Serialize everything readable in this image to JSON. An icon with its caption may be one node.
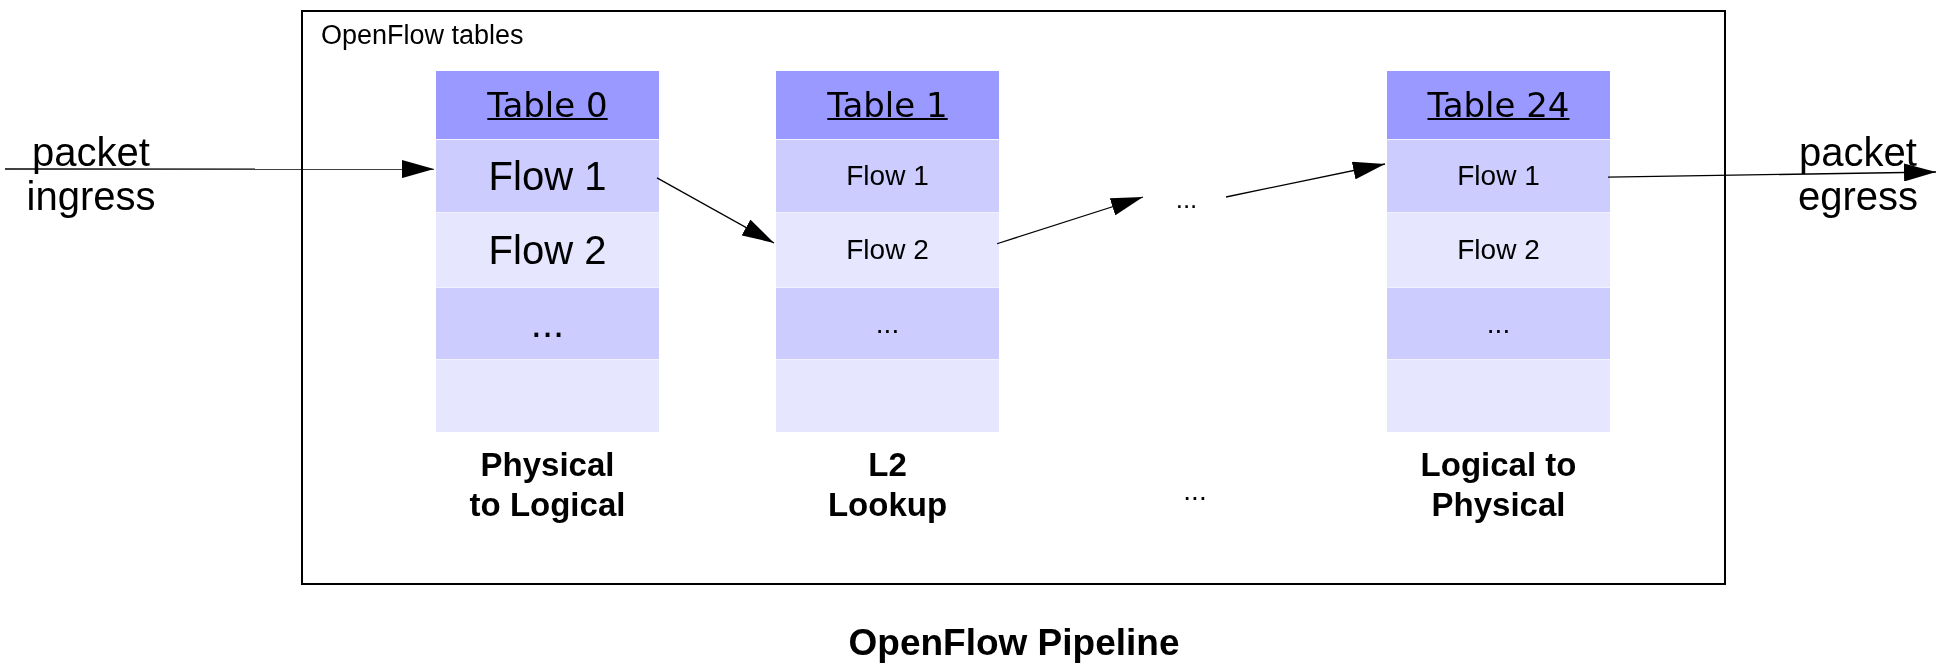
{
  "diagram": {
    "title": "OpenFlow Pipeline",
    "nodes": [
      {
        "text": [
          "OpenFlow tables"
        ]
      },
      {
        "text": [
          "packet ingress"
        ]
      },
      {
        "text": [
          "Table 0"
        ],
        "in": 0,
        "beside": [
          "Physical to Logical"
        ]
      },
      {
        "text": [
          "Flow 1"
        ],
        "in": 2
      },
      {
        "text": [
          "Flow 2"
        ],
        "in": 2
      },
      {
        "text": [
          "..."
        ],
        "in": 2
      },
      {
        "text": [],
        "shape": "box",
        "in": 2
      },
      {
        "text": [
          "Table 1"
        ],
        "in": 0,
        "beside": [
          "L2 Lookup"
        ]
      },
      {
        "text": [
          "Flow 1"
        ],
        "in": 7
      },
      {
        "text": [
          "Flow 2"
        ],
        "in": 7
      },
      {
        "text": [
          "..."
        ],
        "in": 7
      },
      {
        "text": [],
        "shape": "box",
        "in": 7
      },
      {
        "text": [
          "..."
        ],
        "in": 0
      },
      {
        "text": [
          "Table 24"
        ],
        "in": 0,
        "beside": [
          "Logical to Physical"
        ]
      },
      {
        "text": [
          "Flow 1"
        ],
        "in": 13
      },
      {
        "text": [
          "Flow 2"
        ],
        "in": 13
      },
      {
        "text": [
          "..."
        ],
        "in": 13
      },
      {
        "text": [],
        "shape": "box",
        "in": 13
      },
      {
        "text": [
          "packet egress"
        ]
      }
    ],
    "edges": [
      {
        "from": 1,
        "to": 3,
        "arrow": "to"
      },
      {
        "from": 3,
        "to": 9,
        "arrow": "to"
      },
      {
        "from": 9,
        "to": 12,
        "arrow": "to"
      },
      {
        "from": 12,
        "to": 14,
        "arrow": "to"
      },
      {
        "from": 14,
        "to": 18,
        "arrow": "to"
      }
    ],
    "labels": [
      "..."
    ]
  }
}
